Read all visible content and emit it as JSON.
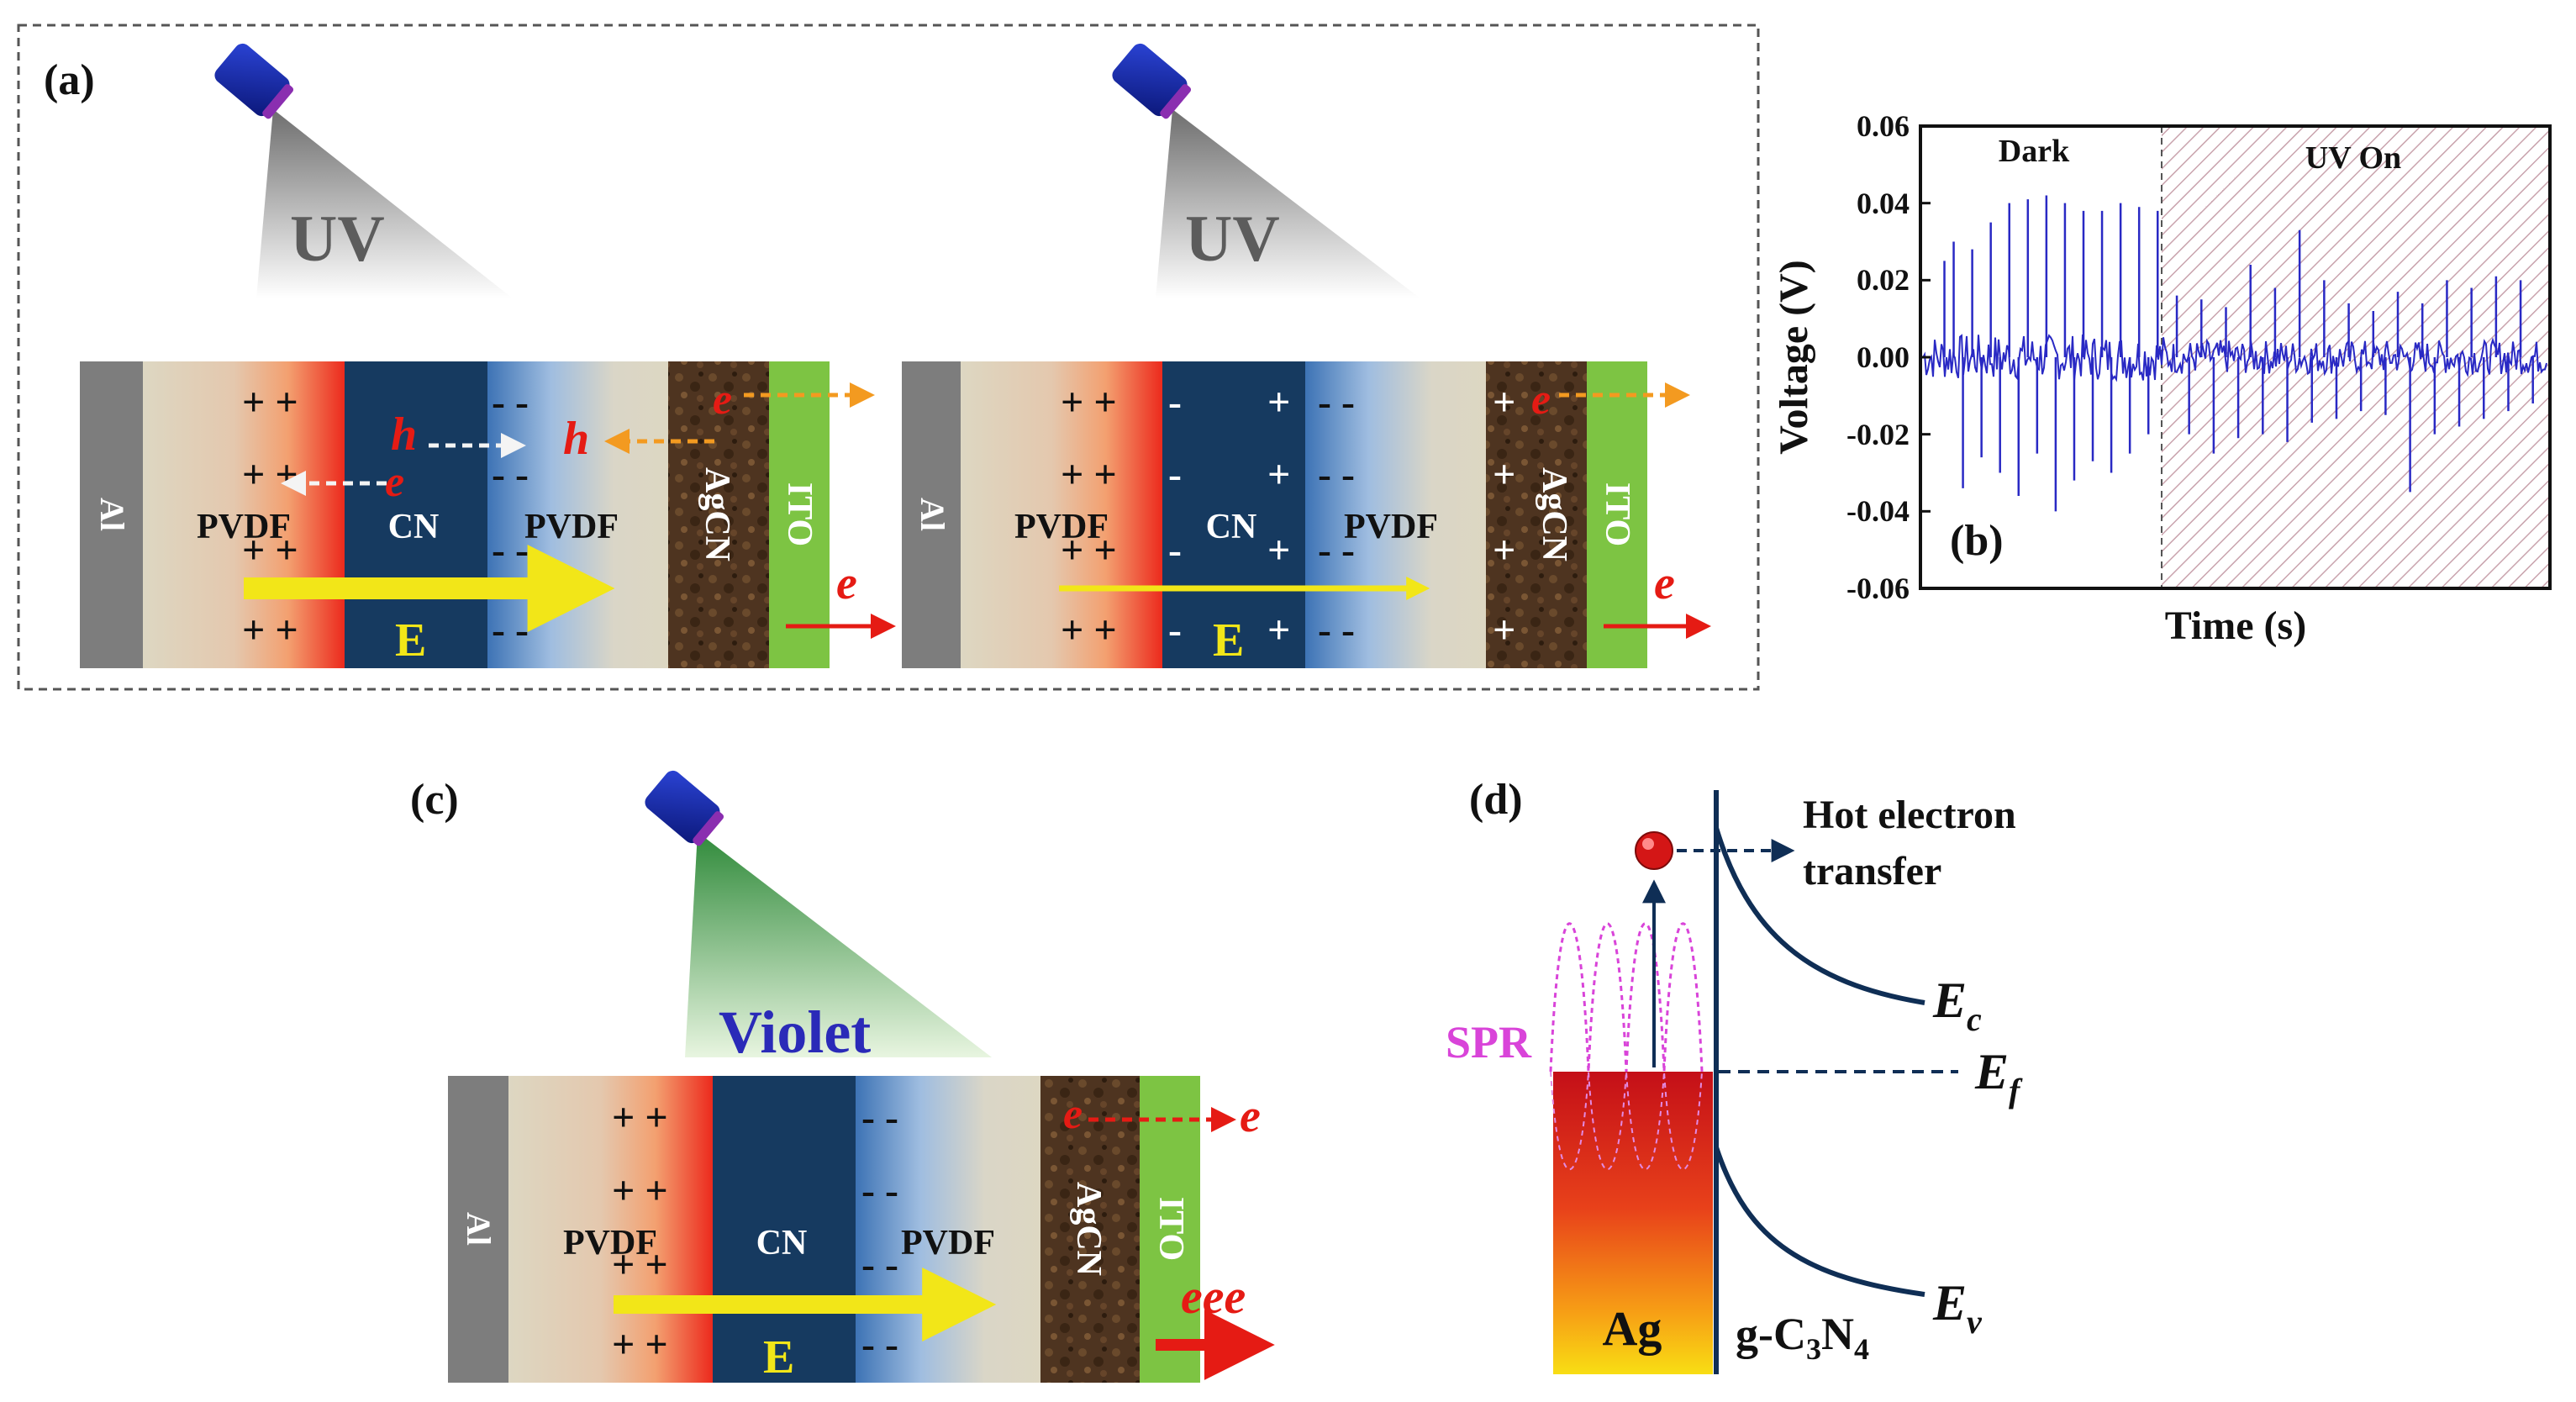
{
  "colors": {
    "al_gray": "#7d7d7d",
    "pvdf_beige": "#ddd7c2",
    "cn_navy": "#163a60",
    "agcn_brown": "#4e3420",
    "ito_green": "#7dc443",
    "e_field_yellow": "#f2e618",
    "electron_red": "#e51b14",
    "hole_orange": "#f39a20",
    "voltage_blue": "#2929c4",
    "uv_hatch": "#c9a3ad",
    "spr_magenta": "#d944d9",
    "band_navy": "#0f2e55"
  },
  "panel_a": {
    "label": "(a)",
    "uv_text": "UV",
    "al": "Al",
    "pvdf": "PVDF",
    "cn": "CN",
    "agcn": "AgCN",
    "ito": "ITO",
    "e_field": "E",
    "h": "h",
    "e": "e",
    "plus": "+",
    "minus": "-",
    "plus2": "+ +",
    "minus2": "- -"
  },
  "panel_b": {
    "label": "(b)",
    "region_dark": "Dark",
    "region_uv": "UV On",
    "ylabel": "Voltage (V)",
    "xlabel": "Time (s)",
    "yticks": [
      "0.06",
      "0.04",
      "0.02",
      "0.00",
      "-0.02",
      "-0.04",
      "-0.06"
    ]
  },
  "panel_c": {
    "label": "(c)",
    "light_text": "Violet",
    "al": "Al",
    "pvdf": "PVDF",
    "cn": "CN",
    "agcn": "AgCN",
    "ito": "ITO",
    "e_field": "E",
    "e": "e",
    "eee": "eee",
    "plus2": "+ +",
    "minus2": "- -"
  },
  "panel_d": {
    "label": "(d)",
    "hot_line1": "Hot electron",
    "hot_line2": "transfer",
    "spr": "SPR",
    "ec_main": "E",
    "ec_sub": "c",
    "ef_main": "E",
    "ef_sub": "f",
    "ev_main": "E",
    "ev_sub": "v",
    "ag": "Ag",
    "gcn_a": "g-C",
    "gcn_b": "3",
    "gcn_c": "N",
    "gcn_d": "4"
  },
  "chart_data": {
    "type": "line",
    "title": "",
    "xlabel": "Time (s)",
    "ylabel": "Voltage (V)",
    "ylim": [
      -0.06,
      0.06
    ],
    "yticks": [
      -0.06,
      -0.04,
      -0.02,
      0.0,
      0.02,
      0.04,
      0.06
    ],
    "regions": [
      {
        "name": "Dark",
        "x_fraction": [
          0.0,
          0.39
        ]
      },
      {
        "name": "UV On",
        "x_fraction": [
          0.39,
          1.0
        ],
        "hatched": true
      }
    ],
    "series": [
      {
        "values_dark_peaks": [
          0.025,
          0.03,
          -0.034,
          0.028,
          -0.026,
          0.035,
          -0.03,
          0.04,
          -0.036,
          0.041,
          -0.025,
          0.042,
          -0.04,
          0.04,
          -0.032,
          0.038,
          -0.027,
          0.038,
          -0.03,
          0.04,
          -0.025,
          0.039,
          -0.02,
          0.038
        ],
        "values_uv_peaks": [
          0.016,
          -0.02,
          0.015,
          -0.025,
          0.013,
          -0.021,
          0.024,
          -0.02,
          0.018,
          -0.022,
          0.033,
          -0.017,
          0.02,
          -0.016,
          0.014,
          -0.014,
          0.012,
          -0.015,
          0.017,
          -0.035,
          0.014,
          -0.02,
          0.02,
          -0.018,
          0.018,
          -0.016,
          0.021,
          -0.014,
          0.02,
          -0.012
        ]
      }
    ]
  }
}
